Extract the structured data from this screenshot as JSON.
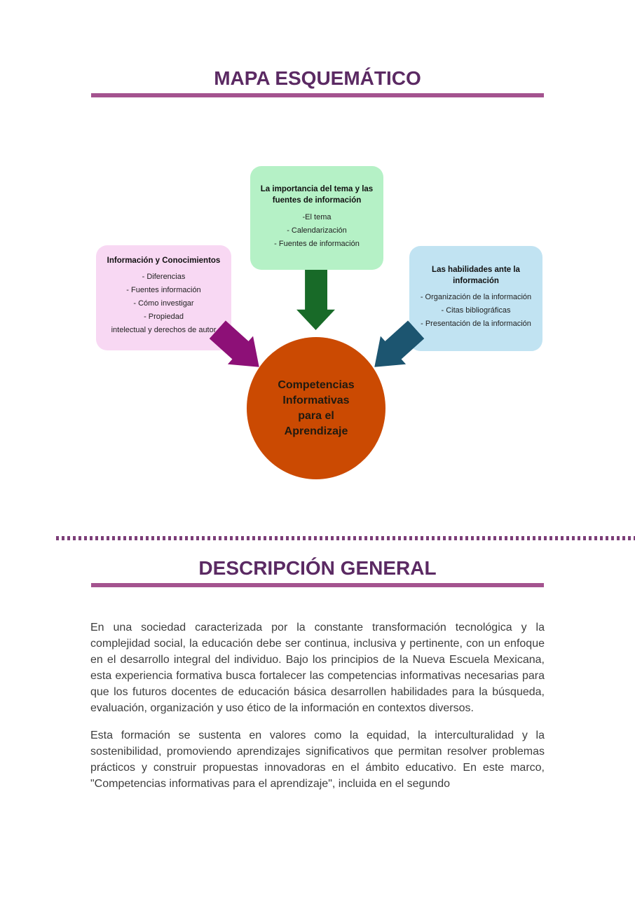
{
  "sections": {
    "map_title": "MAPA ESQUEMÁTICO",
    "description_title": "DESCRIPCIÓN GENERAL"
  },
  "diagram": {
    "top_box": {
      "title": "La importancia del tema y las fuentes de información",
      "items": [
        "-El tema",
        "- Calendarización",
        "- Fuentes de información"
      ],
      "bg_color": "#b5f1c6"
    },
    "left_box": {
      "title": "Información y Conocimientos",
      "items": [
        "- Diferencias",
        "- Fuentes información",
        "- Cómo investigar",
        "- Propiedad",
        "intelectual y derechos de autor"
      ],
      "bg_color": "#f8d8f3"
    },
    "right_box": {
      "title": "Las habilidades ante la información",
      "items": [
        "- Organización de la información",
        "- Citas bibliográficas",
        "- Presentación de la información"
      ],
      "bg_color": "#c1e3f2"
    },
    "center_circle": {
      "lines": [
        "Competencias",
        "Informativas",
        "para el",
        "Aprendizaje"
      ],
      "bg_color": "#cb4a02"
    },
    "arrow_colors": {
      "top": "#186a28",
      "left": "#8d1077",
      "right": "#1c5570"
    }
  },
  "description": {
    "paragraph1": "En una sociedad caracterizada por la constante transformación tecnológica y la complejidad social, la educación debe ser continua, inclusiva y pertinente, con un enfoque en el desarrollo integral del individuo. Bajo los principios de la Nueva Escuela Mexicana, esta experiencia formativa busca fortalecer las competencias informativas necesarias para que los futuros docentes de educación básica desarrollen habilidades para la búsqueda, evaluación, organización y uso ético de la información en contextos diversos.",
    "paragraph2": "Esta formación se sustenta en valores como la equidad, la interculturalidad y la sostenibilidad, promoviendo aprendizajes significativos que permitan resolver problemas prácticos y construir propuestas innovadoras en el ámbito educativo. En este marco, \"Competencias informativas para el aprendizaje\", incluida en el segundo"
  },
  "theme": {
    "heading_color": "#5b2a63",
    "rule_color": "#a4538f",
    "dotted_line_color": "#7c3e78",
    "body_text_color": "#3d3d3d"
  }
}
